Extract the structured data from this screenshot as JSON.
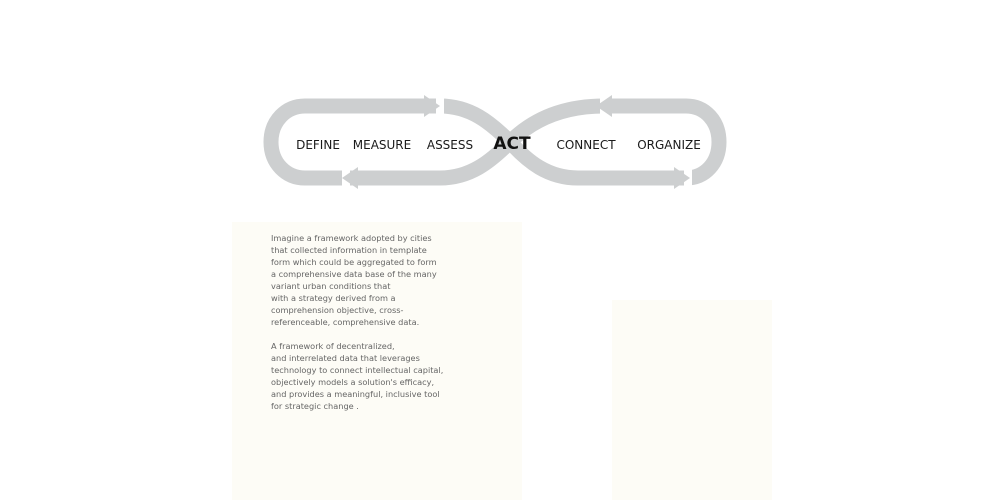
{
  "diagram": {
    "stages": {
      "define": "DEFINE",
      "measure": "MEASURE",
      "assess": "ASSESS",
      "act": "ACT",
      "connect": "CONNECT",
      "organize": "ORGANIZE"
    },
    "loop_color": "#cdcfd0"
  },
  "text": {
    "paragraph_1": "Imagine a framework adopted by cities\nthat collected information in template\nform which could be aggregated to form\na comprehensive data base of the many\nvariant urban conditions that\nwith a strategy derived from a\ncomprehension objective, cross-\nreferenceable, comprehensive data.",
    "paragraph_2": "A framework of decentralized,\nand interrelated data that leverages\ntechnology to connect intellectual capital,\nobjectively models a solution's efficacy,\nand provides a meaningful, inclusive tool\nfor strategic change ."
  }
}
